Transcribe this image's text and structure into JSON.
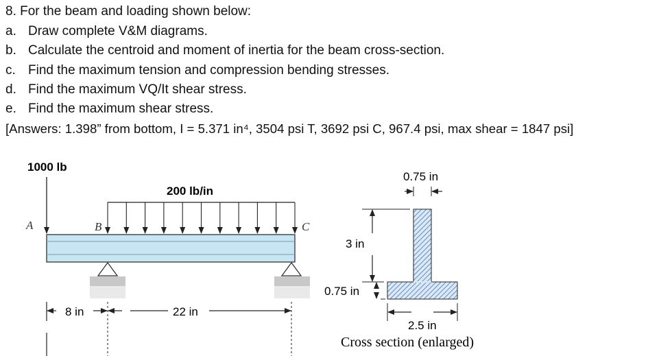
{
  "problem": {
    "title": "8. For the beam and loading shown below:",
    "items": [
      {
        "letter": "a.",
        "text": "Draw complete V&M diagrams."
      },
      {
        "letter": "b.",
        "text": "Calculate the centroid and moment of inertia for the beam cross-section."
      },
      {
        "letter": "c.",
        "text": "Find the maximum tension and compression bending stresses."
      },
      {
        "letter": "d.",
        "text": "Find the maximum VQ/It shear stress."
      },
      {
        "letter": "e.",
        "text": "Find the maximum shear stress."
      }
    ],
    "answers": "[Answers: 1.398” from bottom, I = 5.371 in⁴, 3504 psi T, 3692 psi C, 967.4 psi, max shear = 1847 psi]"
  },
  "beam_figure": {
    "point_load": "1000 lb",
    "distributed_load": "200 lb/in",
    "point_a": "A",
    "point_b": "B",
    "point_c": "C",
    "dim_left": "8 in",
    "dim_main": "22 in"
  },
  "cross_section": {
    "web_width": "0.75 in",
    "web_height": "3 in",
    "flange_height": "0.75 in",
    "flange_width": "2.5 in",
    "caption": "Cross section (enlarged)"
  },
  "colors": {
    "beam_fill": "#c6e6f3",
    "beam_stroke": "#333333",
    "support_gray": "#c8c8c8",
    "hatch_blue": "#5b8ec9"
  }
}
